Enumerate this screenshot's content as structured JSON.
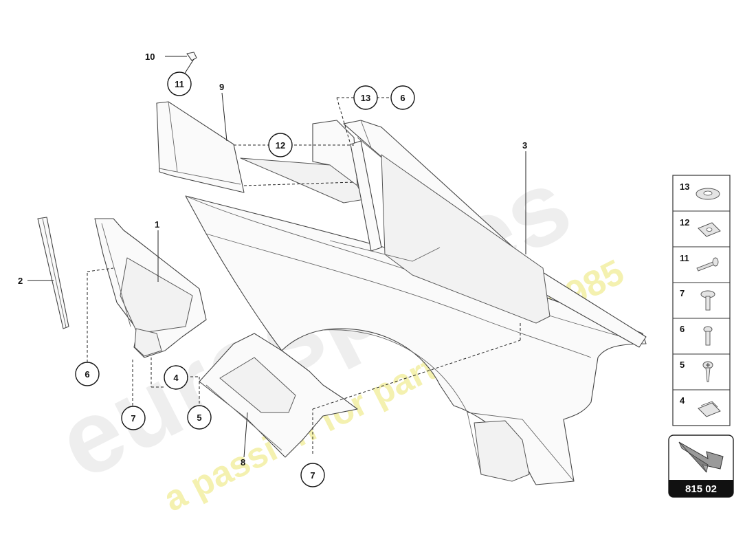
{
  "watermark": {
    "brand": "eurospares",
    "tagline": "a passion for parts since 1985",
    "brand_color": "#e6e6e6",
    "tagline_color": "#f3efa0"
  },
  "callouts": {
    "c1": "1",
    "c2": "2",
    "c3": "3",
    "c4": "4",
    "c5": "5",
    "c6a": "6",
    "c6b": "6",
    "c7a": "7",
    "c7b": "7",
    "c8": "8",
    "c9": "9",
    "c10": "10",
    "c11": "11",
    "c12": "12",
    "c13": "13"
  },
  "legend": {
    "rows": [
      {
        "number": "13",
        "icon": "washer-icon"
      },
      {
        "number": "12",
        "icon": "clip-nut-icon"
      },
      {
        "number": "11",
        "icon": "rivet-icon"
      },
      {
        "number": "7",
        "icon": "wide-head-screw-icon"
      },
      {
        "number": "6",
        "icon": "screw-icon"
      },
      {
        "number": "5",
        "icon": "star-head-screw-icon"
      },
      {
        "number": "4",
        "icon": "speed-nut-icon"
      }
    ]
  },
  "page_ref": {
    "code": "815 02",
    "icon": "arrow-icon"
  }
}
